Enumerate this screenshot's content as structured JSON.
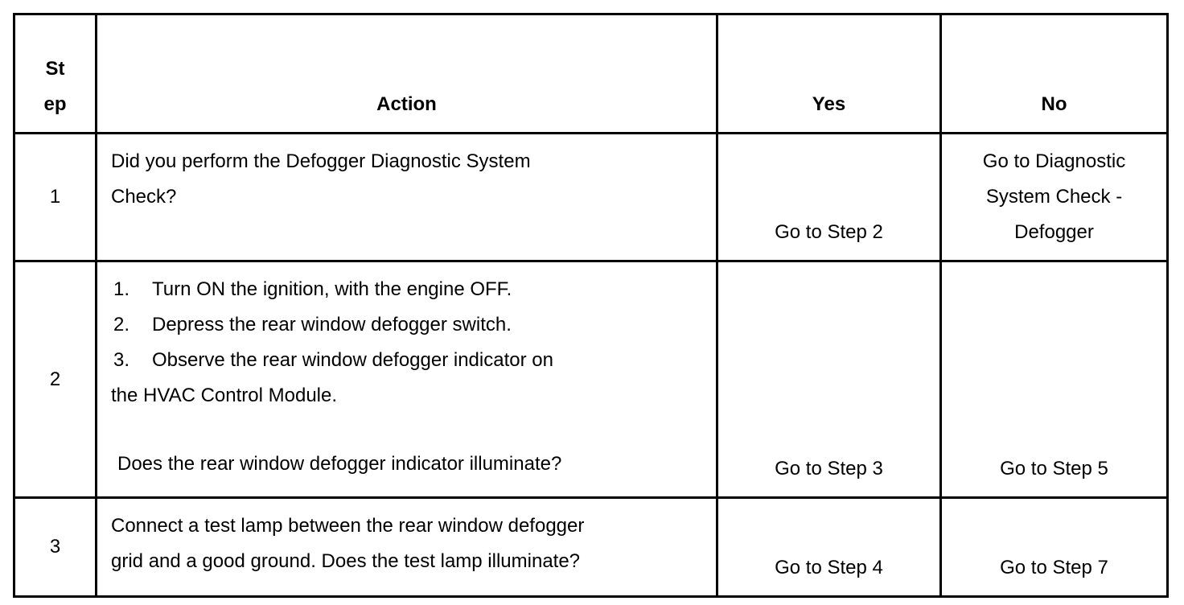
{
  "table": {
    "headers": {
      "step": "St ep",
      "step_line1": "St",
      "step_line2": "ep",
      "action": "Action",
      "yes": "Yes",
      "no": "No"
    },
    "rows": [
      {
        "step": "1",
        "action": "Did you perform the Defogger Diagnostic System Check?",
        "action_line1": "Did you perform the Defogger Diagnostic System",
        "action_line2": "Check?",
        "yes": "Go to Step 2",
        "no": "Go to Diagnostic System Check - Defogger",
        "no_line1": "Go to Diagnostic",
        "no_line2": "System Check -",
        "no_line3": "Defogger"
      },
      {
        "step": "2",
        "instructions": [
          {
            "num": "1.",
            "text": "Turn ON the ignition, with the engine OFF."
          },
          {
            "num": "2.",
            "text": "Depress the rear window defogger switch."
          },
          {
            "num": "3.",
            "text": "Observe the rear window defogger indicator on"
          }
        ],
        "instruction_continuation": "the HVAC Control Module.",
        "question": "Does the rear window defogger indicator illuminate?",
        "yes": "Go to Step 3",
        "no": "Go to Step 5"
      },
      {
        "step": "3",
        "action_line1": "Connect a test lamp between the rear window defogger",
        "action_line2": "grid and a good ground. Does the test lamp illuminate?",
        "yes": "Go to Step 4",
        "no": "Go to Step 7"
      }
    ]
  }
}
